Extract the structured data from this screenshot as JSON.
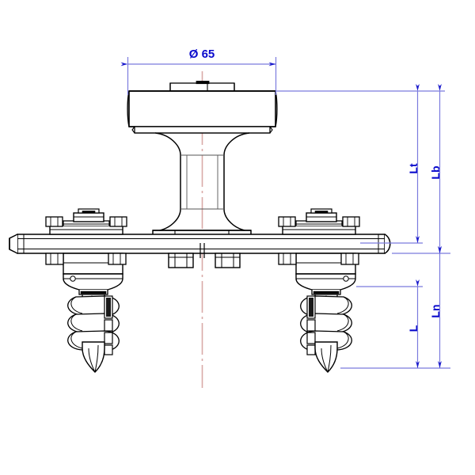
{
  "drawing": {
    "title": "Ground screw foundation assembly - technical section drawing",
    "type": "engineering-section-drawing",
    "background_color": "#ffffff",
    "line_color": "#000000",
    "dimension_line_color": "#7b7bde",
    "dimension_text_color": "#0a0acc",
    "centerline_color": "#d9aaa8"
  },
  "dimensions": {
    "diameter_top": {
      "label": "Ø 65",
      "symbol": "Ø",
      "value": "65",
      "orientation": "horizontal",
      "position": "top"
    },
    "lt": {
      "label": "Lt",
      "orientation": "vertical",
      "position": "right-inner-upper"
    },
    "lb": {
      "label": "Lb",
      "orientation": "vertical",
      "position": "right-outer-upper"
    },
    "l": {
      "label": "L",
      "orientation": "vertical",
      "position": "right-inner-lower"
    },
    "ln": {
      "label": "Ln",
      "orientation": "vertical",
      "position": "right-outer-lower"
    }
  },
  "components": {
    "top_cap": "cylindrical-cap",
    "top_boss": "center-boss",
    "column": "tapered-column",
    "base_plate": "base-plate",
    "cross_beam": "horizontal-beam",
    "clamps": "u-bolt-clamp-assembly",
    "ground_screws": "helical-ground-screw",
    "center_nuts": "hex-nuts"
  }
}
